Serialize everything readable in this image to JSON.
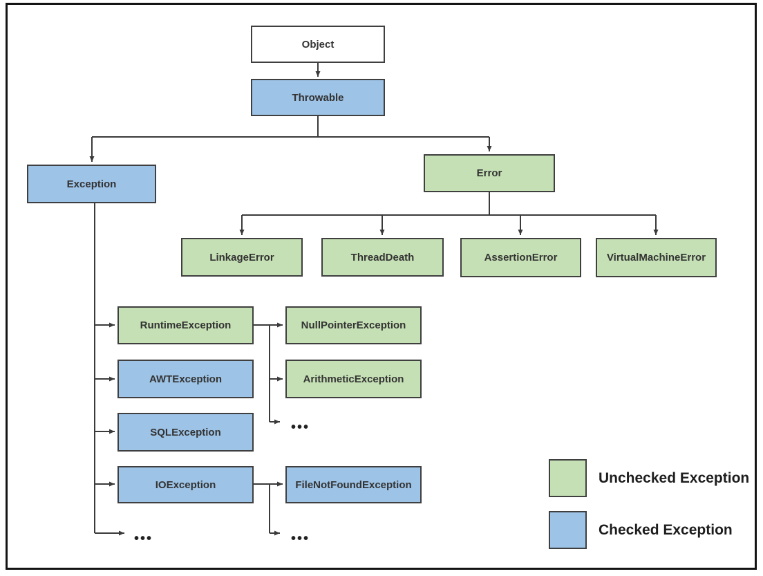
{
  "colors": {
    "unchecked_fill": "#C5E0B4",
    "checked_fill": "#9DC3E6",
    "node_border": "#3F3F3F",
    "line": "#3A3A3A",
    "text": "#333333",
    "canvas_bg": "#FFFFFF",
    "frame_border": "#141414"
  },
  "nodes": {
    "object": {
      "label": "Object",
      "type": "neutral"
    },
    "throwable": {
      "label": "Throwable",
      "type": "checked"
    },
    "exception": {
      "label": "Exception",
      "type": "checked"
    },
    "error": {
      "label": "Error",
      "type": "unchecked"
    },
    "linkage_error": {
      "label": "LinkageError",
      "type": "unchecked"
    },
    "thread_death": {
      "label": "ThreadDeath",
      "type": "unchecked"
    },
    "assertion_error": {
      "label": "AssertionError",
      "type": "unchecked"
    },
    "virtual_machine_error": {
      "label": "VirtualMachineError",
      "type": "unchecked"
    },
    "runtime_exception": {
      "label": "RuntimeException",
      "type": "unchecked"
    },
    "null_pointer_exception": {
      "label": "NullPointerException",
      "type": "unchecked"
    },
    "awt_exception": {
      "label": "AWTException",
      "type": "checked"
    },
    "arithmetic_exception": {
      "label": "ArithmeticException",
      "type": "unchecked"
    },
    "sql_exception": {
      "label": "SQLException",
      "type": "checked"
    },
    "io_exception": {
      "label": "IOException",
      "type": "checked"
    },
    "file_not_found_exception": {
      "label": "FileNotFoundException",
      "type": "checked"
    }
  },
  "edges": [
    {
      "from": "object",
      "to": "throwable"
    },
    {
      "from": "throwable",
      "to": "exception"
    },
    {
      "from": "throwable",
      "to": "error"
    },
    {
      "from": "error",
      "to": "linkage_error"
    },
    {
      "from": "error",
      "to": "thread_death"
    },
    {
      "from": "error",
      "to": "assertion_error"
    },
    {
      "from": "error",
      "to": "virtual_machine_error"
    },
    {
      "from": "exception",
      "to": "runtime_exception"
    },
    {
      "from": "exception",
      "to": "awt_exception"
    },
    {
      "from": "exception",
      "to": "sql_exception"
    },
    {
      "from": "exception",
      "to": "io_exception"
    },
    {
      "from": "exception",
      "to": "more"
    },
    {
      "from": "runtime_exception",
      "to": "null_pointer_exception"
    },
    {
      "from": "runtime_exception",
      "to": "arithmetic_exception"
    },
    {
      "from": "runtime_exception",
      "to": "more"
    },
    {
      "from": "io_exception",
      "to": "file_not_found_exception"
    },
    {
      "from": "io_exception",
      "to": "more"
    }
  ],
  "ellipsis": "•••",
  "legend": {
    "unchecked_label": "Unchecked Exception",
    "checked_label": "Checked Exception"
  }
}
